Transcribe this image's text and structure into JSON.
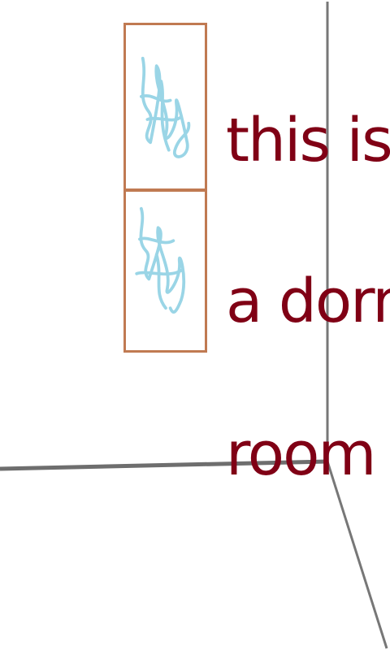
{
  "caption": {
    "line1": "this is",
    "line2": "a dorm",
    "line3": "room"
  },
  "colors": {
    "text": "#800015",
    "window_frame": "#c07a52",
    "scribble": "#9ad5e6",
    "wall_lines": "#777777"
  },
  "icons": [
    "window-icon",
    "curtain-scribble-icon"
  ]
}
